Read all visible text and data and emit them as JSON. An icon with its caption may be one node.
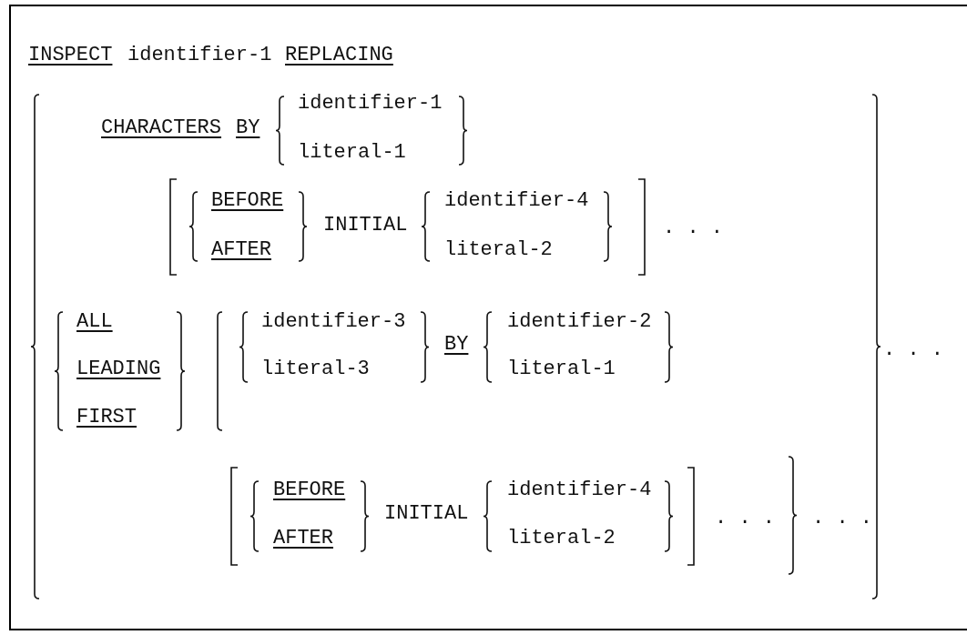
{
  "diagram": {
    "labels": [
      "INSPECT",
      "identifier-1",
      "REPLACING",
      "CHARACTERS",
      "BY",
      "identifier-1",
      "literal-1",
      "BEFORE",
      "AFTER",
      "INITIAL",
      "identifier-4",
      "literal-2",
      ". . .",
      "ALL",
      "LEADING",
      "FIRST",
      "identifier-3",
      "literal-3",
      "BY",
      "identifier-2",
      "literal-1",
      ". . .",
      "BEFORE",
      "AFTER",
      "INITIAL",
      "identifier-4",
      "literal-2",
      ". . .",
      ". . ."
    ]
  }
}
